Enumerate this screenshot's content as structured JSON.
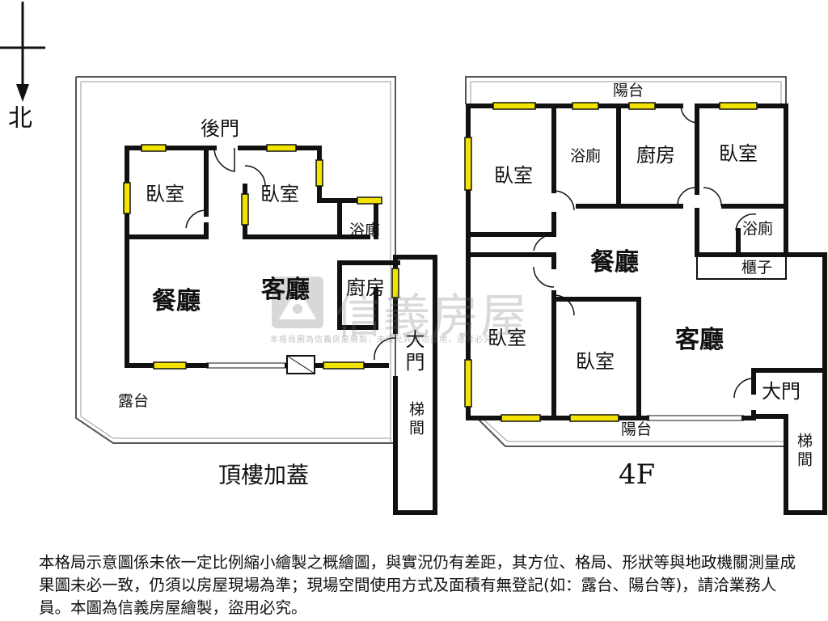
{
  "compass": {
    "north_label": "北"
  },
  "left_plan": {
    "caption": "頂樓加蓋",
    "rooms": {
      "bedroom_a": "臥室",
      "bedroom_b": "臥室",
      "back_door": "後門",
      "bath": "浴廁",
      "kitchen": "廚房",
      "dining": "餐廳",
      "living": "客廳",
      "main_door": "大門",
      "stairs": "梯間",
      "terrace": "露台"
    }
  },
  "right_plan": {
    "caption": "4F",
    "rooms": {
      "balcony_top": "陽台",
      "bedroom_nw": "臥室",
      "bath_n": "浴廁",
      "kitchen": "廚房",
      "bedroom_ne": "臥室",
      "bath_e": "浴廁",
      "cabinet": "櫃子",
      "dining": "餐廳",
      "bedroom_sw": "臥室",
      "bedroom_s": "臥室",
      "living": "客廳",
      "main_door": "大門",
      "balcony_bottom": "陽台",
      "stairs": "梯間"
    }
  },
  "watermark": {
    "brand": "信義房屋",
    "notice": "本格局圖為信義房屋繪製，未經允許請勿盜用，違者必究"
  },
  "disclaimer": "本格局示意圖係未依一定比例縮小繪製之概繪圖，與實況仍有差距，其方位、格局、形狀等與地政機關測量成果圖未必一致，仍須以房屋現場為準；現場空間使用方式及面積有無登記(如：露台、陽台等)，請洽業務人員。本圖為信義房屋繪製，盜用必究。",
  "colors": {
    "wall": "#111111",
    "window_fill": "#f2e400",
    "outline": "#555555"
  }
}
